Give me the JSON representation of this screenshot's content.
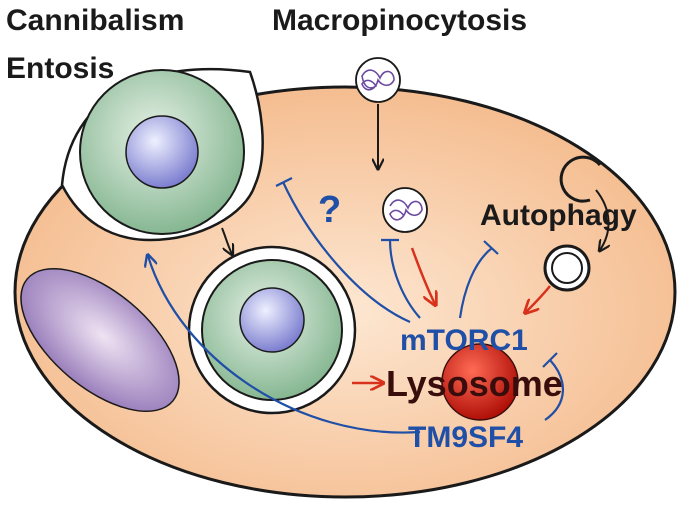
{
  "labels": {
    "cannibalism": "Cannibalism",
    "entosis": "Entosis",
    "macropinocytosis": "Macropinocytosis",
    "autophagy": "Autophagy",
    "question": "?",
    "mtorc1": "mTORC1",
    "lysosome": "Lysosome",
    "tm9sf4": "TM9SF4"
  },
  "colors": {
    "host_cell_fill": "#f7c9a4",
    "host_cell_stroke": "#1a1a1a",
    "engulfed_cell_fill": "#9cc7a5",
    "nucleus_fill": "#8f8fd6",
    "elongated_nucleus_fill": "#a88bc4",
    "lysosome_fill": "#c81a12",
    "inhibition_blue": "#1f4fa6",
    "activation_red": "#d8321d",
    "arrow_black": "#1a1a1a"
  }
}
